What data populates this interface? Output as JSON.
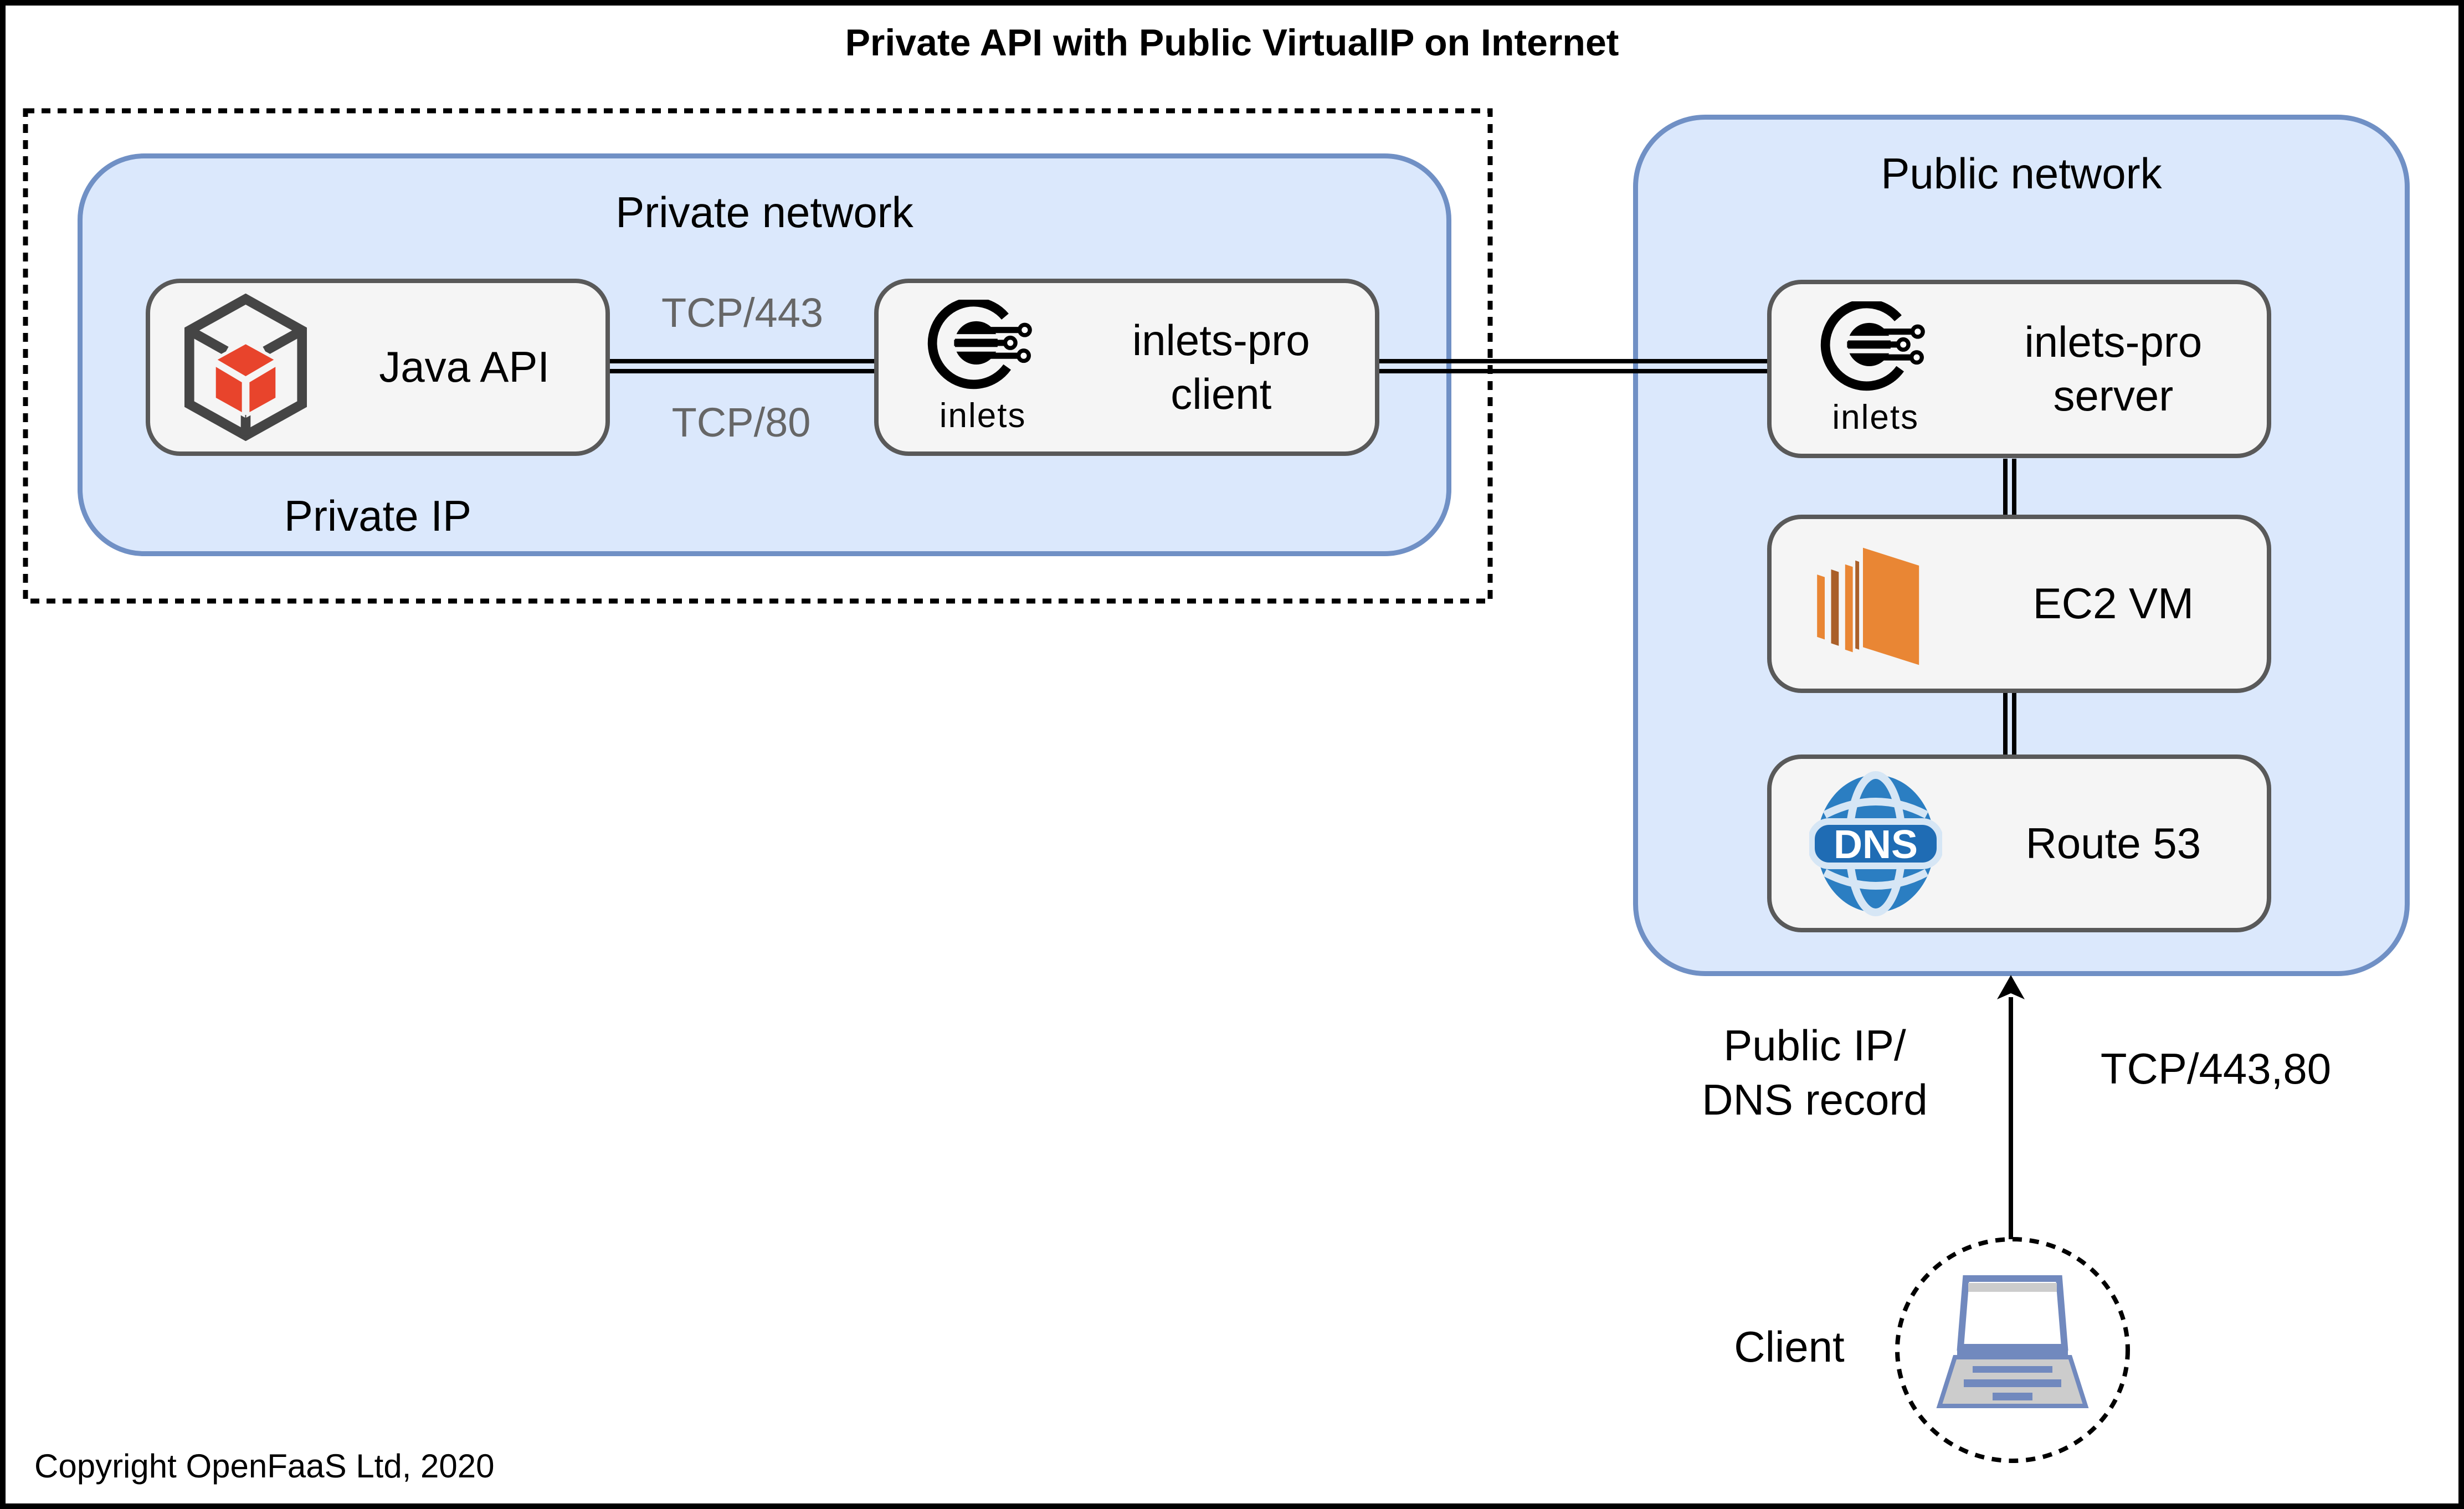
{
  "title": "Private API with Public VirtualIP on Internet",
  "regions": {
    "private": {
      "label": "Private network",
      "footer": "Private IP"
    },
    "public": {
      "label": "Public network"
    }
  },
  "nodes": {
    "java_api": {
      "label": "Java API"
    },
    "inlets_client": {
      "line1": "inlets-pro",
      "line2": "client",
      "logo_text": "inlets"
    },
    "inlets_server": {
      "line1": "inlets-pro",
      "line2": "server",
      "logo_text": "inlets"
    },
    "ec2": {
      "label": "EC2 VM"
    },
    "route53": {
      "label": "Route 53",
      "icon_text": "DNS"
    },
    "client": {
      "label": "Client"
    }
  },
  "edges": {
    "tcp443": "TCP/443",
    "tcp80": "TCP/80",
    "public_ip_line1": "Public IP/",
    "public_ip_line2": "DNS record",
    "client_tcp": "TCP/443,80"
  },
  "footer": {
    "copyright": "Copyright OpenFaaS Ltd, 2020"
  },
  "colors": {
    "blueFill": "#dbe8fc",
    "blueBorder": "#7090c5",
    "grayFill": "#f5f5f5",
    "grayBorder": "#595959",
    "tcpGray": "#666666",
    "red": "#e8442c",
    "cubeOutline": "#454545",
    "orange": "#e98634",
    "orangeDark": "#aa5f28",
    "dnsBlue": "#2b7ec2",
    "dnsDark": "#1f6cb4",
    "dnsGrid": "#d6e6f5",
    "laptopBlue": "#7189be",
    "laptopGray": "#cccccc"
  }
}
